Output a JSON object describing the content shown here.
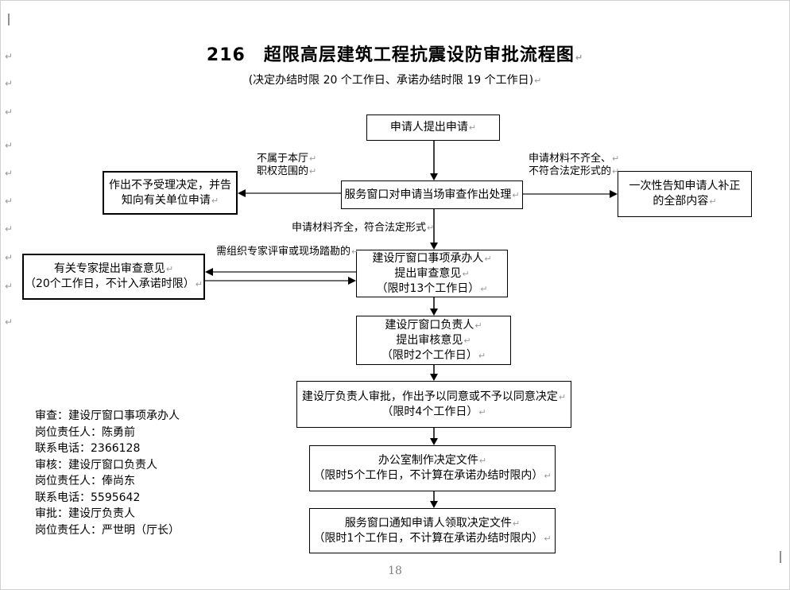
{
  "page": {
    "title": "216　超限高层建筑工程抗震设防审批流程图",
    "subtitle": "(决定办结时限 20 个工作日、承诺办结时限 19 个工作日)",
    "page_number": "18",
    "paragraph_mark": "↵"
  },
  "colors": {
    "text": "#000000",
    "formatting_mark": "#9a9a9a",
    "page_number": "#808080",
    "connector_line": "#6e6e6e",
    "box_border": "#000000"
  },
  "flow": {
    "boxes": [
      {
        "id": "applicant",
        "lines": [
          "申请人提出申请"
        ]
      },
      {
        "id": "service-window-review",
        "lines": [
          "服务窗口对申请当场审查作出处理"
        ]
      },
      {
        "id": "reject-decision",
        "lines": [
          "作出不予受理决定，并告",
          "知向有关单位申请"
        ]
      },
      {
        "id": "one-time-notice",
        "lines": [
          "一次性告知申请人补正",
          "的全部内容"
        ]
      },
      {
        "id": "window-handler-review",
        "lines": [
          "建设厅窗口事项承办人",
          "提出审查意见",
          "（限时13个工作日）"
        ]
      },
      {
        "id": "expert-review",
        "lines": [
          "有关专家提出审查意见",
          "（20个工作日，不计入承诺时限）"
        ]
      },
      {
        "id": "window-chief-check",
        "lines": [
          "建设厅窗口负责人",
          "提出审核意见",
          "（限时2个工作日）"
        ]
      },
      {
        "id": "dept-head-approval",
        "lines": [
          "建设厅负责人审批，作出予以同意或不予以同意决定",
          "（限时4个工作日）"
        ]
      },
      {
        "id": "office-make-document",
        "lines": [
          "办公室制作决定文件",
          "（限时5个工作日，不计算在承诺办结时限内）"
        ]
      },
      {
        "id": "notify-applicant",
        "lines": [
          "服务窗口通知申请人领取决定文件",
          "（限时1个工作日，不计算在承诺办结时限内）"
        ]
      }
    ],
    "labels": [
      {
        "id": "not-in-authority",
        "lines": [
          "不属于本厅",
          "职权范围的"
        ]
      },
      {
        "id": "incomplete-materials",
        "lines": [
          "申请材料不齐全、",
          "不符合法定形式的"
        ]
      },
      {
        "id": "complete-materials",
        "lines": [
          "申请材料齐全，符合法定形式"
        ]
      },
      {
        "id": "expert-review-needed",
        "lines": [
          "需组织专家评审或现场踏勘的"
        ]
      }
    ]
  },
  "info_block": {
    "lines": [
      "审查：建设厅窗口事项承办人",
      "岗位责任人：陈勇前",
      "联系电话：2366128",
      "审核：建设厅窗口负责人",
      "岗位责任人：俸尚东",
      "联系电话：5595642",
      "审批：建设厅负责人",
      "岗位责任人：严世明（厅长）"
    ]
  }
}
